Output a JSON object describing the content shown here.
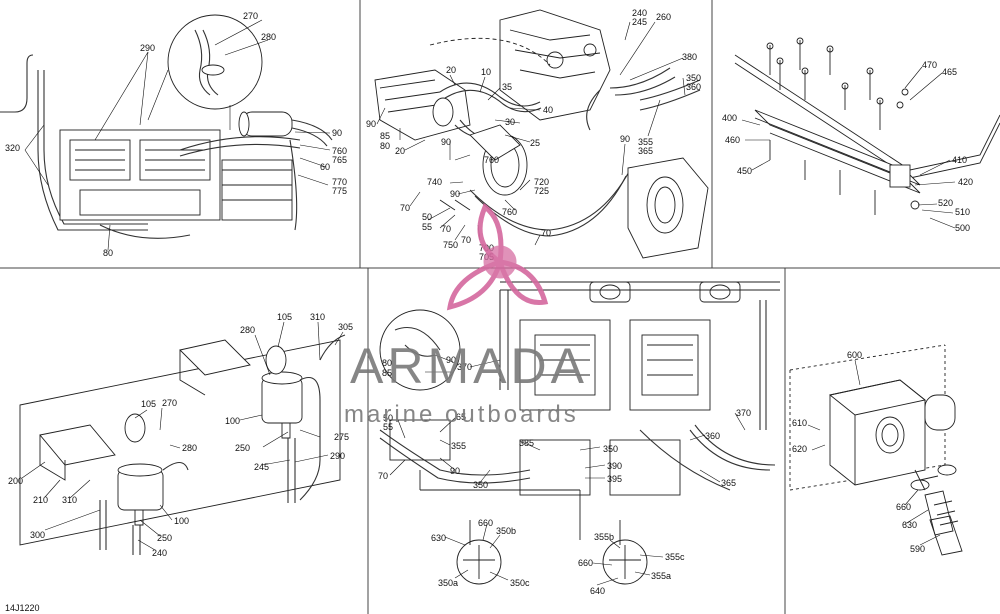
{
  "drawing_ref": "14J1220",
  "watermark": {
    "brand": "ARMADA",
    "tagline": "marine outboards",
    "color": "#d4689e"
  },
  "panels": {
    "p1": [
      "270",
      "280",
      "290",
      "320",
      "80",
      "90",
      "760",
      "765",
      "60",
      "770",
      "775"
    ],
    "p2": [
      "240",
      "245",
      "260",
      "380",
      "350",
      "360",
      "355",
      "365",
      "20",
      "10",
      "35",
      "40",
      "30",
      "25",
      "90",
      "90",
      "85",
      "80",
      "20",
      "90",
      "760",
      "740",
      "90",
      "70",
      "50",
      "55",
      "70",
      "750",
      "70",
      "700",
      "705",
      "720",
      "725",
      "760",
      "70"
    ],
    "p3": [
      "470",
      "465",
      "400",
      "460",
      "450",
      "410",
      "420",
      "520",
      "510",
      "500"
    ],
    "p4": [
      "105",
      "310",
      "305",
      "280",
      "100",
      "250",
      "245",
      "275",
      "290",
      "105",
      "270",
      "280",
      "200",
      "210",
      "310",
      "300",
      "100",
      "250",
      "240"
    ],
    "p5": [
      "80",
      "85",
      "90",
      "370",
      "50",
      "55",
      "65",
      "355",
      "90",
      "70",
      "385",
      "350",
      "390",
      "395",
      "370",
      "360",
      "365",
      "350",
      "630",
      "660",
      "350b",
      "350a",
      "350c",
      "355b",
      "355c",
      "660",
      "355a",
      "640"
    ],
    "p6": [
      "600",
      "610",
      "620",
      "660",
      "630",
      "590"
    ]
  }
}
